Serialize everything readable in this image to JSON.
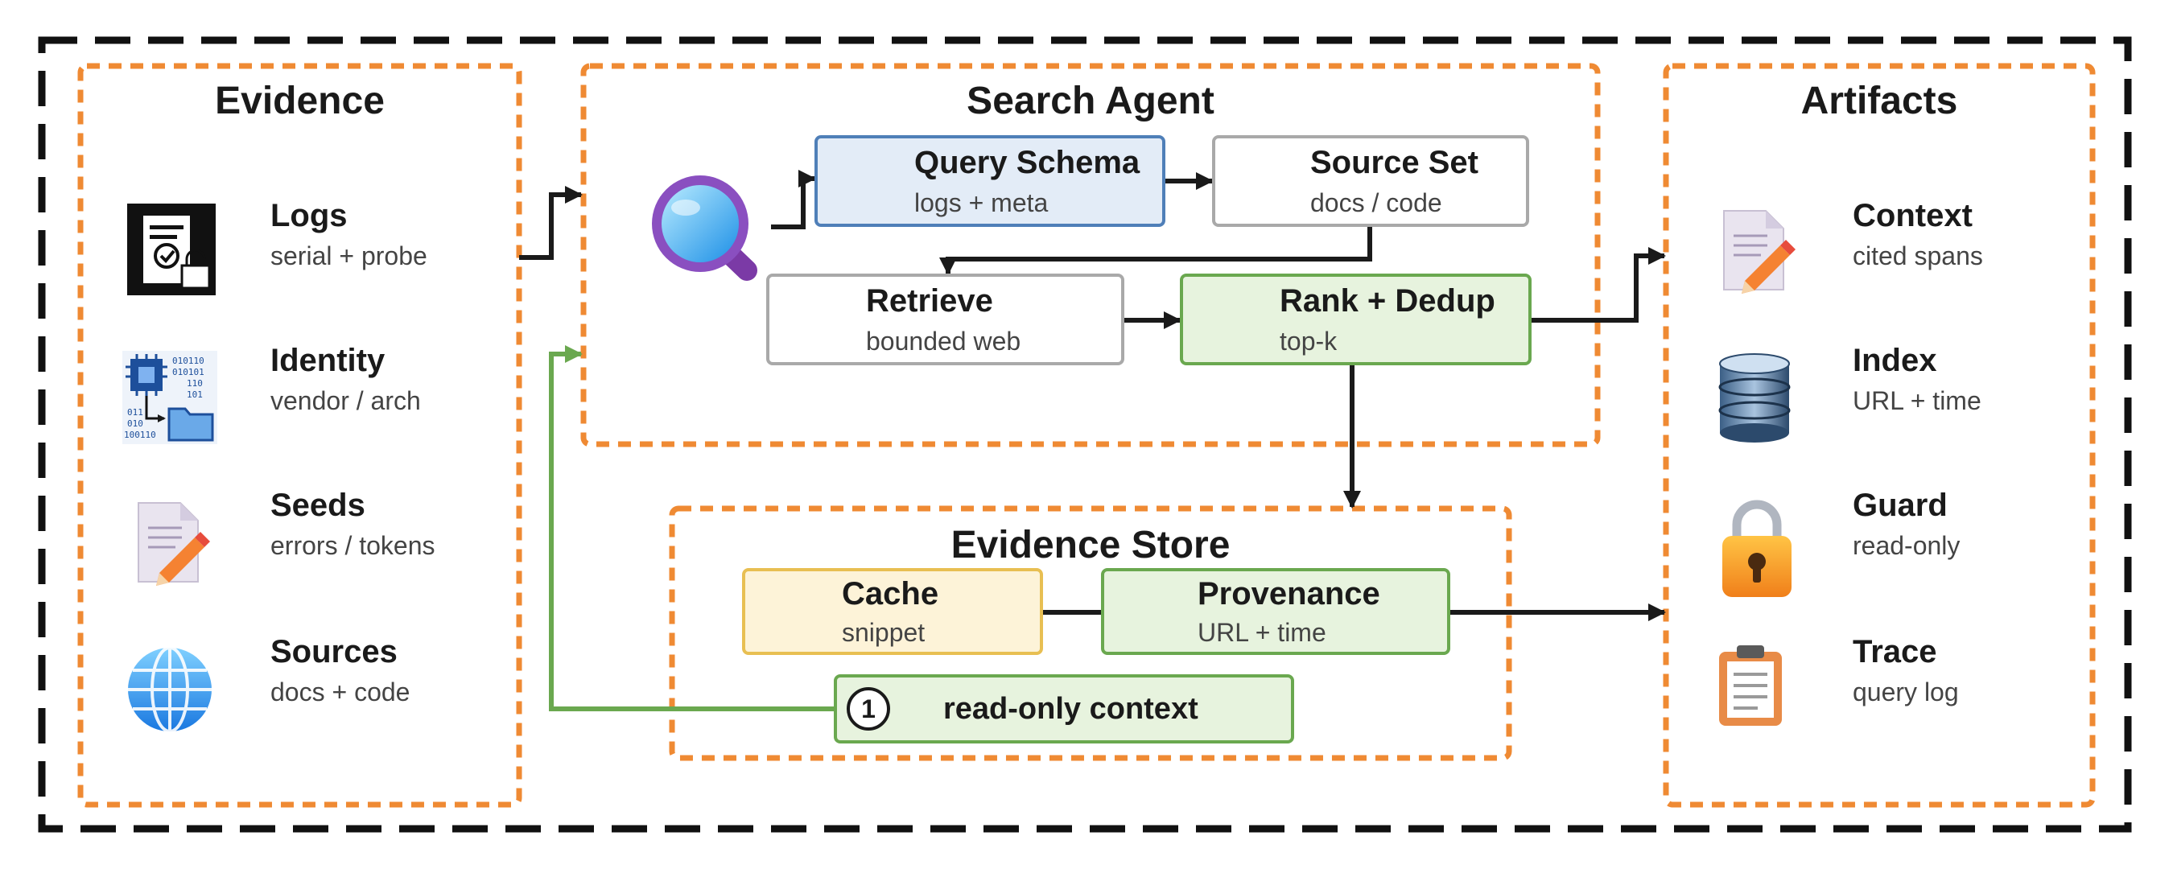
{
  "panels": {
    "evidence": {
      "title": "Evidence",
      "items": [
        {
          "icon": "log-certificate-icon",
          "title": "Logs",
          "sub": "serial + probe"
        },
        {
          "icon": "chip-binary-folder-icon",
          "title": "Identity",
          "sub": "vendor / arch"
        },
        {
          "icon": "document-pencil-icon",
          "title": "Seeds",
          "sub": "errors / tokens"
        },
        {
          "icon": "globe-icon",
          "title": "Sources",
          "sub": "docs + code"
        }
      ]
    },
    "search_agent": {
      "title": "Search Agent",
      "query_schema": {
        "icon": "clipboard-icon",
        "title": "Query Schema",
        "sub": "logs + meta"
      },
      "source_set": {
        "icon": "globe-icon",
        "title": "Source Set",
        "sub": "docs / code"
      },
      "retrieve": {
        "icon": "globe-icon",
        "title": "Retrieve",
        "sub": "bounded web"
      },
      "rank_dedup": {
        "icon": "bar-chart-icon",
        "title": "Rank + Dedup",
        "sub": "top-k"
      }
    },
    "evidence_store": {
      "title": "Evidence Store",
      "cache": {
        "icon": "database-icon",
        "title": "Cache",
        "sub": "snippet"
      },
      "provenance": {
        "icon": "clipboard-icon",
        "title": "Provenance",
        "sub": "URL + time"
      },
      "context_box": {
        "badge": "1",
        "label": "read-only context"
      }
    },
    "artifacts": {
      "title": "Artifacts",
      "items": [
        {
          "icon": "document-pencil-icon",
          "title": "Context",
          "sub": "cited spans"
        },
        {
          "icon": "database-icon",
          "title": "Index",
          "sub": "URL + time"
        },
        {
          "icon": "padlock-icon",
          "title": "Guard",
          "sub": "read-only"
        },
        {
          "icon": "clipboard-icon",
          "title": "Trace",
          "sub": "query log"
        }
      ]
    }
  },
  "colors": {
    "outer_border": "#111111",
    "panel_border": "#ef8a33",
    "arrow": "#1a1a1a",
    "feedback_arrow": "#6aa84f",
    "blue_box": "#4f7fb8",
    "green_box": "#6aa84f",
    "yellow_box": "#e8bf52"
  }
}
